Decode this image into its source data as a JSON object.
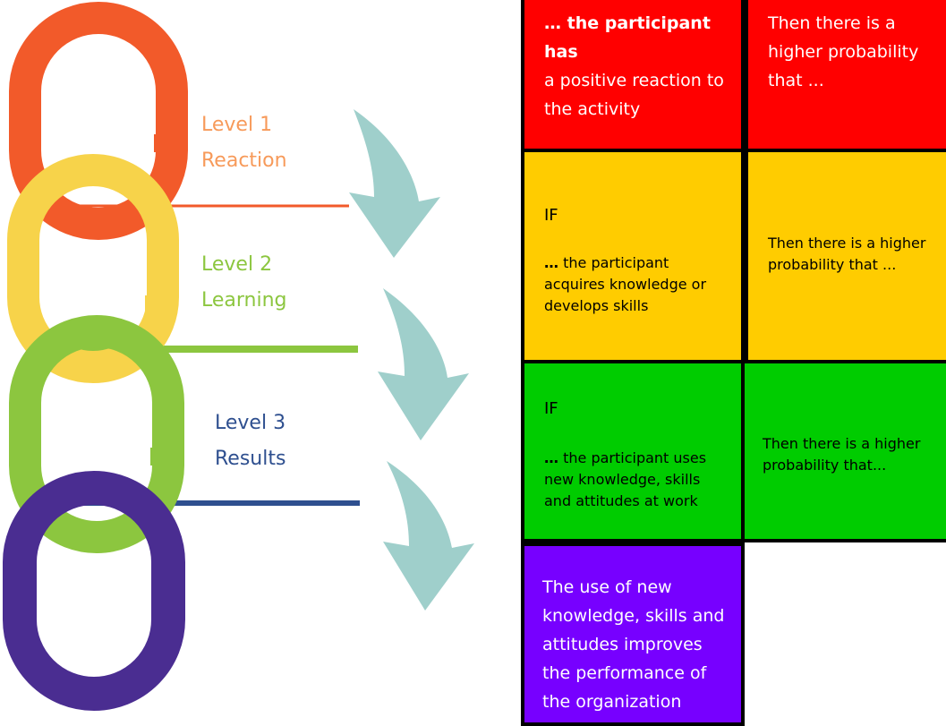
{
  "colors": {
    "red": "#ff0000",
    "orange": "#ffcc00",
    "green": "#00cc00",
    "purple": "#7700ff",
    "chain_orange": "#f25a2a",
    "chain_yellow": "#f7d34a",
    "chain_green": "#8cc63f",
    "chain_purple": "#4a2d91",
    "arrow": "#9fcfcb"
  },
  "levels": [
    {
      "line1": "Level 1",
      "line2": "Reaction",
      "color": "#f79a5a"
    },
    {
      "line1": "Level 2",
      "line2": "Learning",
      "color": "#8cc63f"
    },
    {
      "line1": "Level 3",
      "line2": "Results",
      "color": "#2e4f8f"
    }
  ],
  "table": {
    "row1": {
      "left_bold": "… the participant has",
      "left_rest": "a positive reaction to\nthe activity",
      "right": "Then there is a\nhigher probability\nthat ..."
    },
    "row2": {
      "if": "IF",
      "left_lead": "…",
      "left": "the participant\nacquires knowledge or\ndevelops skills",
      "right": "Then there is a higher\nprobability that ..."
    },
    "row3": {
      "if": "IF",
      "left_lead": "…",
      "left": "the participant uses\nnew knowledge, skills\nand attitudes at work",
      "right": "Then there is a higher\nprobability that..."
    },
    "row4": {
      "text": "The use of new\nknowledge, skills and\nattitudes improves\nthe performance of\nthe organization"
    }
  }
}
